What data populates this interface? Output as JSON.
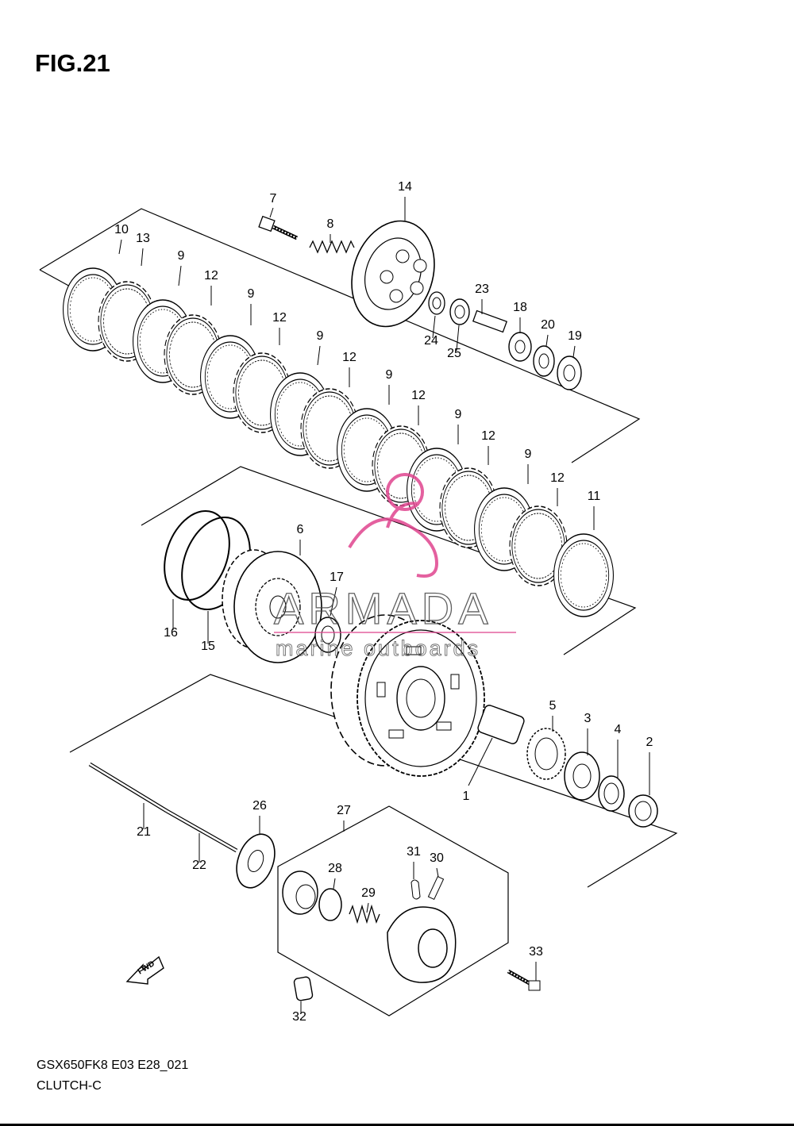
{
  "figure": {
    "title": "FIG.21"
  },
  "footer": {
    "model_code": "GSX650FK8 E03 E28_021",
    "section": "CLUTCH-C"
  },
  "watermark": {
    "brand": "ARMADA",
    "tagline": "marine outboards",
    "logo_color": "#e0458f"
  },
  "fwd_label": "FWD",
  "callouts": [
    {
      "id": "p1",
      "label": "1"
    },
    {
      "id": "p2",
      "label": "2"
    },
    {
      "id": "p3",
      "label": "3"
    },
    {
      "id": "p4",
      "label": "4"
    },
    {
      "id": "p5",
      "label": "5"
    },
    {
      "id": "p6",
      "label": "6"
    },
    {
      "id": "p7",
      "label": "7"
    },
    {
      "id": "p8",
      "label": "8"
    },
    {
      "id": "p9a",
      "label": "9"
    },
    {
      "id": "p9b",
      "label": "9"
    },
    {
      "id": "p9c",
      "label": "9"
    },
    {
      "id": "p9d",
      "label": "9"
    },
    {
      "id": "p9e",
      "label": "9"
    },
    {
      "id": "p9f",
      "label": "9"
    },
    {
      "id": "p10",
      "label": "10"
    },
    {
      "id": "p11",
      "label": "11"
    },
    {
      "id": "p12a",
      "label": "12"
    },
    {
      "id": "p12b",
      "label": "12"
    },
    {
      "id": "p12c",
      "label": "12"
    },
    {
      "id": "p12d",
      "label": "12"
    },
    {
      "id": "p12e",
      "label": "12"
    },
    {
      "id": "p12f",
      "label": "12"
    },
    {
      "id": "p13",
      "label": "13"
    },
    {
      "id": "p14",
      "label": "14"
    },
    {
      "id": "p15",
      "label": "15"
    },
    {
      "id": "p16",
      "label": "16"
    },
    {
      "id": "p17",
      "label": "17"
    },
    {
      "id": "p18",
      "label": "18"
    },
    {
      "id": "p19",
      "label": "19"
    },
    {
      "id": "p20",
      "label": "20"
    },
    {
      "id": "p21",
      "label": "21"
    },
    {
      "id": "p22",
      "label": "22"
    },
    {
      "id": "p23",
      "label": "23"
    },
    {
      "id": "p24",
      "label": "24"
    },
    {
      "id": "p25",
      "label": "25"
    },
    {
      "id": "p26",
      "label": "26"
    },
    {
      "id": "p27",
      "label": "27"
    },
    {
      "id": "p28",
      "label": "28"
    },
    {
      "id": "p29",
      "label": "29"
    },
    {
      "id": "p30",
      "label": "30"
    },
    {
      "id": "p31",
      "label": "31"
    },
    {
      "id": "p32",
      "label": "32"
    },
    {
      "id": "p33",
      "label": "33"
    }
  ]
}
